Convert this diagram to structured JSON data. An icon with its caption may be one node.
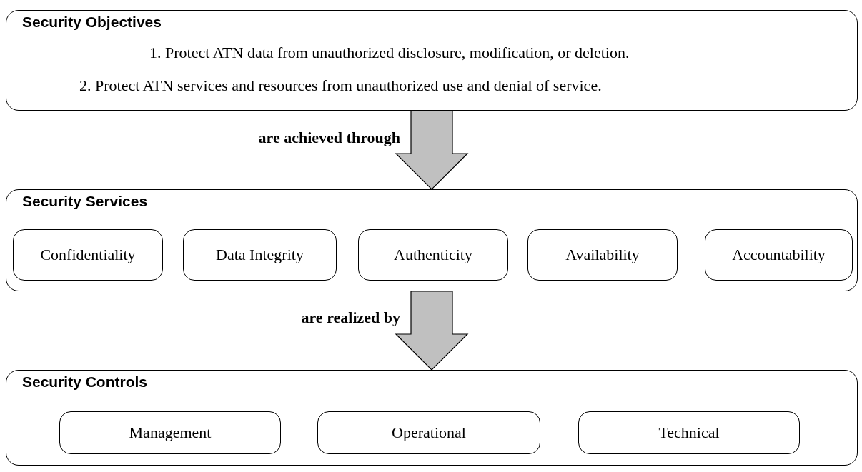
{
  "diagram": {
    "nodes": [
      {
        "text": [
          "Security Objectives",
          "1. Protect ATN data from unauthorized disclosure, modification, or deletion.",
          "2. Protect ATN services and resources from unauthorized use and denial of service."
        ]
      },
      {
        "text": [
          "Security Services"
        ]
      },
      {
        "text": [
          "Confidentiality"
        ],
        "in": 1
      },
      {
        "text": [
          "Data Integrity"
        ],
        "in": 1
      },
      {
        "text": [
          "Authenticity"
        ],
        "in": 1
      },
      {
        "text": [
          "Availability"
        ],
        "in": 1
      },
      {
        "text": [
          "Accountability"
        ],
        "in": 1
      },
      {
        "text": [
          "Security Controls"
        ]
      },
      {
        "text": [
          "Management"
        ],
        "in": 7
      },
      {
        "text": [
          "Operational"
        ],
        "in": 7
      },
      {
        "text": [
          "Technical"
        ],
        "in": 7
      }
    ],
    "edges": [
      {
        "from": 0,
        "to": 1,
        "arrow": "to",
        "label": "are achieved through",
        "style": "thick"
      },
      {
        "from": 1,
        "to": 7,
        "arrow": "to",
        "label": "are realized by",
        "style": "thick"
      }
    ]
  }
}
